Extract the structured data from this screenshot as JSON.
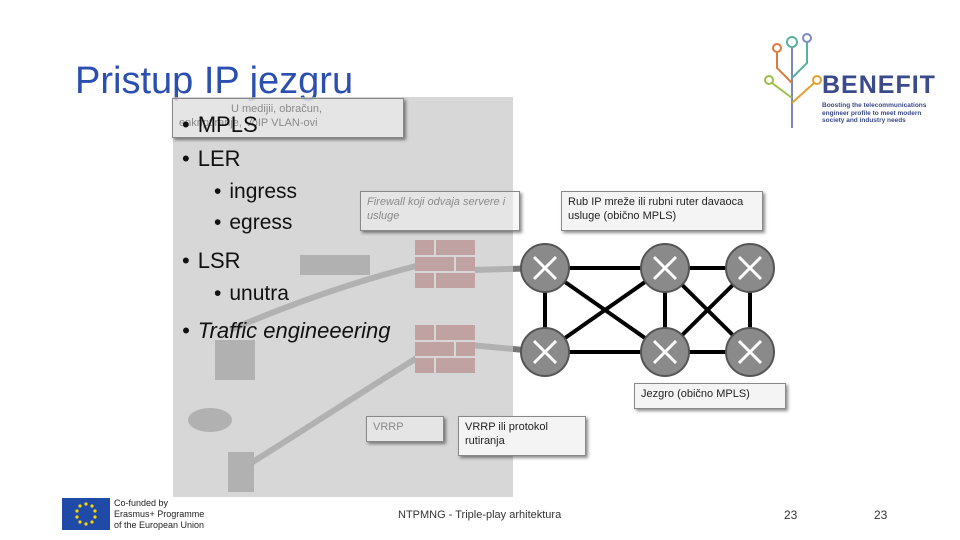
{
  "slide": {
    "title": "Pristup IP jezgru",
    "bullets": [
      {
        "text": "MPLS",
        "level": 1
      },
      {
        "text": "LER",
        "level": 1
      },
      {
        "text": "ingress",
        "level": 2
      },
      {
        "text": "egress",
        "level": 2
      },
      {
        "text": "LSR",
        "level": 1
      },
      {
        "text": "unutra",
        "level": 2
      },
      {
        "text": "Traffic engineeering",
        "level": 1
      }
    ]
  },
  "callouts": {
    "top_faded_line1": "U medijii, obračun,",
    "top_faded_line2": "enkriptiranje, VoIP VLAN-ovi",
    "firewall": "Firewall koji odvaja servere i usluge",
    "edge_router": "Rub IP mreže ili rubni ruter davaoca usluge (obično MPLS)",
    "core": "Jezgro (obično MPLS)",
    "vrrp": "VRRP",
    "vrrp_routing": "VRRP ili protokol rutiranja"
  },
  "footer": {
    "center_text": "NTPMNG - Triple-play arhitektura",
    "page_left": "23",
    "page_right": "23",
    "eu_line1": "Co-funded by",
    "eu_line2": "Erasmus+ Programme",
    "eu_line3": "of the European Union"
  },
  "logo": {
    "name": "BENEFIT",
    "tagline_line1": "Boosting the telecommunications",
    "tagline_line2": "engineer profile to meet modern",
    "tagline_line3": "society and industry needs"
  },
  "colors": {
    "title": "#2a4fb0",
    "logo_text": "#3a4a8a",
    "router": "#7a7a7a",
    "link": "#000000",
    "eu_flag": "#1f4aa8",
    "eu_stars": "#ffd700"
  }
}
